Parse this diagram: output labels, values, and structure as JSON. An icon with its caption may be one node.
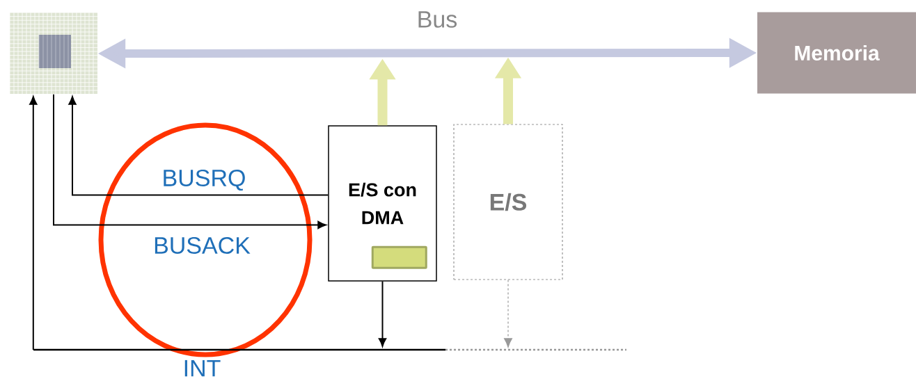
{
  "diagram": {
    "nodes": [
      {
        "text": [],
        "shape": "picture"
      },
      {
        "text": [
          "Memoria"
        ]
      },
      {
        "text": [
          "E/S con DMA"
        ]
      },
      {
        "text": [],
        "shape": "box",
        "in": 2
      },
      {
        "text": [
          "E/S"
        ]
      },
      {
        "text": [],
        "shape": "bar",
        "beside": [
          "INT"
        ]
      }
    ],
    "edges": [
      {
        "from": 0,
        "to": 1,
        "arrow": "both",
        "label": "Bus",
        "style": "thick",
        "color": "#c5c9e0"
      },
      {
        "from": 2,
        "to": null,
        "arrow": "to",
        "style": "thick",
        "color": "#e4e8a8"
      },
      {
        "from": 4,
        "to": null,
        "arrow": "to",
        "style": "thick",
        "color": "#e4e8a8"
      },
      {
        "from": 2,
        "to": 0,
        "arrow": "to",
        "label": "BUSRQ"
      },
      {
        "from": 0,
        "to": 2,
        "arrow": "to",
        "label": "BUSACK"
      },
      {
        "from": 2,
        "to": 5,
        "arrow": "to"
      },
      {
        "from": 4,
        "to": 5,
        "arrow": "to",
        "style": "dashed",
        "color": "#999999"
      },
      {
        "from": 5,
        "to": 0,
        "arrow": "to"
      }
    ]
  }
}
